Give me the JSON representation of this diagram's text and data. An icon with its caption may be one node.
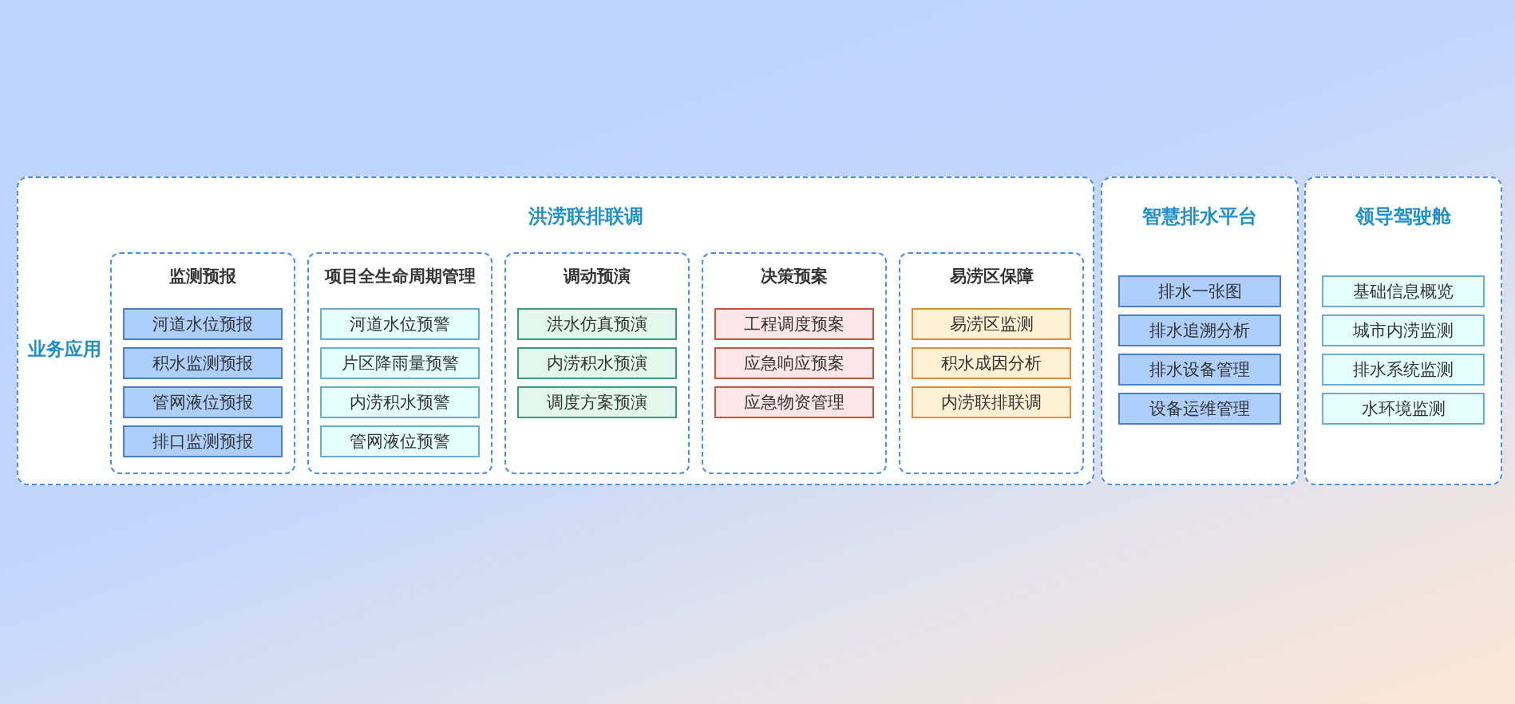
{
  "diagram": {
    "nodes": [
      {
        "text": [
          "洪涝联排联调"
        ]
      },
      {
        "text": [
          "监测预报"
        ],
        "in": 0
      },
      {
        "text": [
          "河道水位预报"
        ],
        "in": 1
      },
      {
        "text": [
          "积水监测预报"
        ],
        "in": 1
      },
      {
        "text": [
          "管网液位预报"
        ],
        "in": 1
      },
      {
        "text": [
          "排口监测预报"
        ],
        "in": 1
      },
      {
        "text": [
          "项目全生命周期管理"
        ],
        "in": 0
      },
      {
        "text": [
          "河道水位预警"
        ],
        "in": 6
      },
      {
        "text": [
          "片区降雨量预警"
        ],
        "in": 6
      },
      {
        "text": [
          "内涝积水预警"
        ],
        "in": 6
      },
      {
        "text": [
          "管网液位预警"
        ],
        "in": 6
      },
      {
        "text": [
          "调动预演"
        ],
        "in": 0
      },
      {
        "text": [
          "洪水仿真预演"
        ],
        "in": 11
      },
      {
        "text": [
          "内涝积水预演"
        ],
        "in": 11
      },
      {
        "text": [
          "调度方案预演"
        ],
        "in": 11
      },
      {
        "text": [
          "决策预案"
        ],
        "in": 0
      },
      {
        "text": [
          "工程调度预案"
        ],
        "in": 15
      },
      {
        "text": [
          "应急响应预案"
        ],
        "in": 15
      },
      {
        "text": [
          "应急物资管理"
        ],
        "in": 15
      },
      {
        "text": [
          "易涝区保障"
        ],
        "in": 0
      },
      {
        "text": [
          "易涝区监测"
        ],
        "in": 19
      },
      {
        "text": [
          "积水成因分析"
        ],
        "in": 19
      },
      {
        "text": [
          "内涝联排联调"
        ],
        "in": 19
      },
      {
        "text": [
          "智慧排水平台"
        ]
      },
      {
        "text": [
          "排水一张图"
        ],
        "in": 23
      },
      {
        "text": [
          "排水追溯分析"
        ],
        "in": 23
      },
      {
        "text": [
          "排水设备管理"
        ],
        "in": 23
      },
      {
        "text": [
          "设备运维管理"
        ],
        "in": 23
      },
      {
        "text": [
          "领导驾驶舱"
        ]
      },
      {
        "text": [
          "基础信息概览"
        ],
        "in": 28
      },
      {
        "text": [
          "城市内涝监测"
        ],
        "in": 28
      },
      {
        "text": [
          "排水系统监测"
        ],
        "in": 28
      },
      {
        "text": [
          "水环境监测"
        ],
        "in": 28
      }
    ],
    "labels": [
      "业务应用"
    ]
  }
}
